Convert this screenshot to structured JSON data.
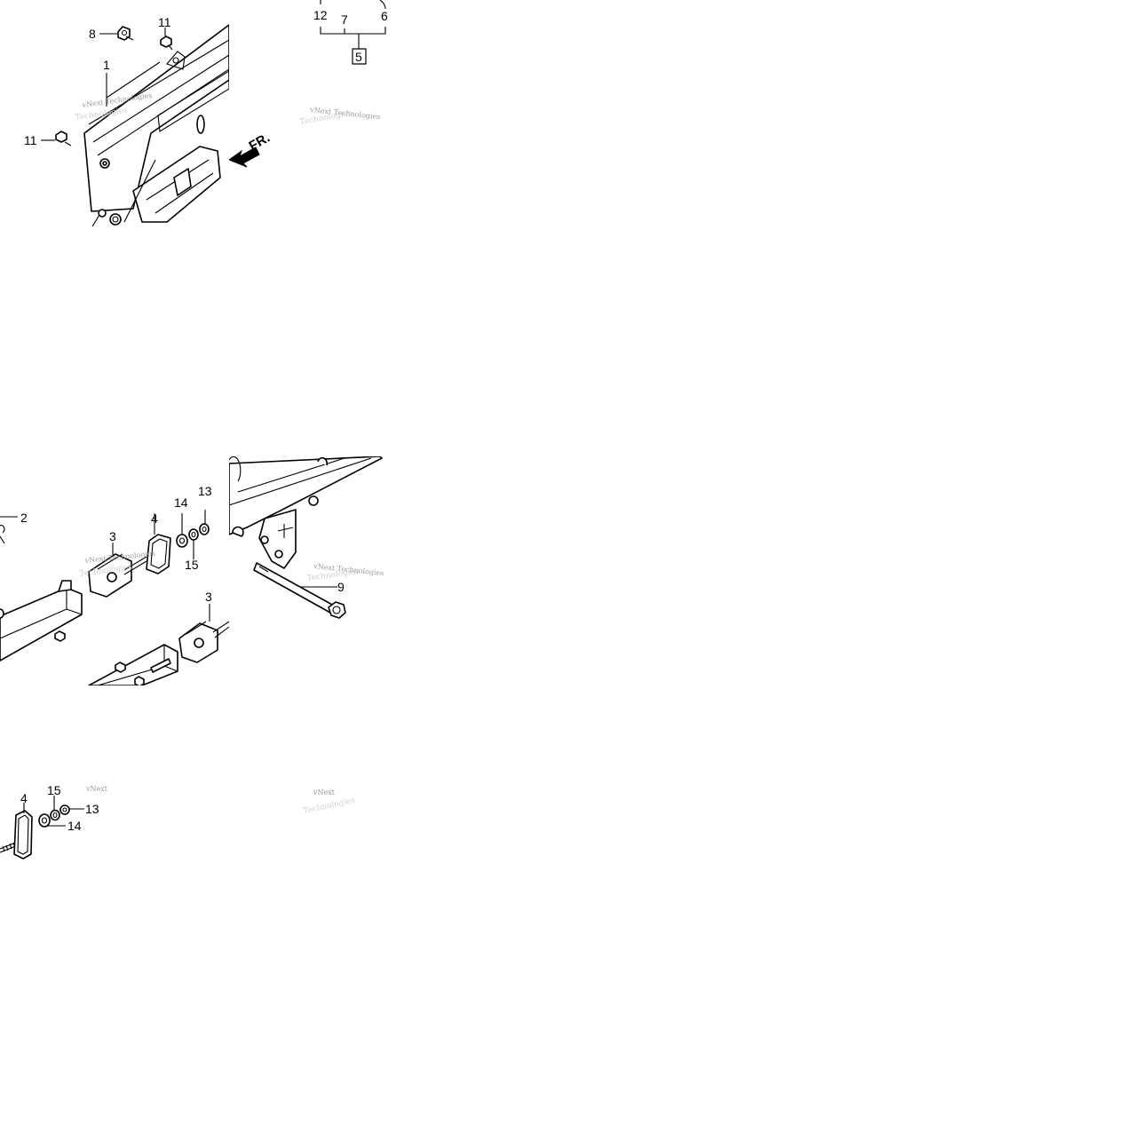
{
  "callouts": {
    "c1": "1",
    "c2": "2",
    "c3a": "3",
    "c3b": "3",
    "c4a": "4",
    "c4b": "4",
    "c5": "5",
    "c6": "6",
    "c7": "7",
    "c8": "8",
    "c9": "9",
    "c11a": "11",
    "c11b": "11",
    "c12": "12",
    "c13a": "13",
    "c13b": "13",
    "c14a": "14",
    "c14b": "14",
    "c15a": "15",
    "c15b": "15"
  },
  "front_arrow": "FR.",
  "watermark": {
    "brand": "vNext",
    "full": "vNext Technologies",
    "suffix": "Technologies"
  }
}
